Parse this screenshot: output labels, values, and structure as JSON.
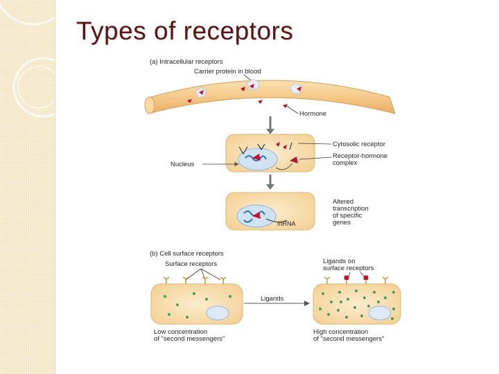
{
  "slide": {
    "title": "Types of receptors"
  },
  "diagram": {
    "part_a": {
      "heading": "(a) Intracellular receptors",
      "carrier_label": "Carrier protein in blood",
      "hormone_label": "Hormone",
      "cytosolic_label": "Cytosolic receptor",
      "complex_label_line1": "Receptor-hormone",
      "complex_label_line2": "complex",
      "nucleus_label": "Nucleus",
      "altered_line1": "Altered",
      "altered_line2": "transcription",
      "altered_line3": "of specific",
      "altered_line4": "genes",
      "mrna_label": "mRNA"
    },
    "part_b": {
      "heading": "(b) Cell surface receptors",
      "surface_label": "Surface receptors",
      "ligands_on_line1": "Ligands on",
      "ligands_on_line2": "surface receptors",
      "ligands_label": "Ligands",
      "low_line1": "Low concentration",
      "low_line2": "of \"second messengers\"",
      "high_line1": "High concentration",
      "high_line2": "of \"second messengers\""
    },
    "colors": {
      "title": "#5b1413",
      "vessel": "#f5c98a",
      "cell": "#f7dfb4",
      "hormone": "#c8102e",
      "nucleus": "#cfe3f3",
      "dot": "#4c9a5a"
    }
  }
}
